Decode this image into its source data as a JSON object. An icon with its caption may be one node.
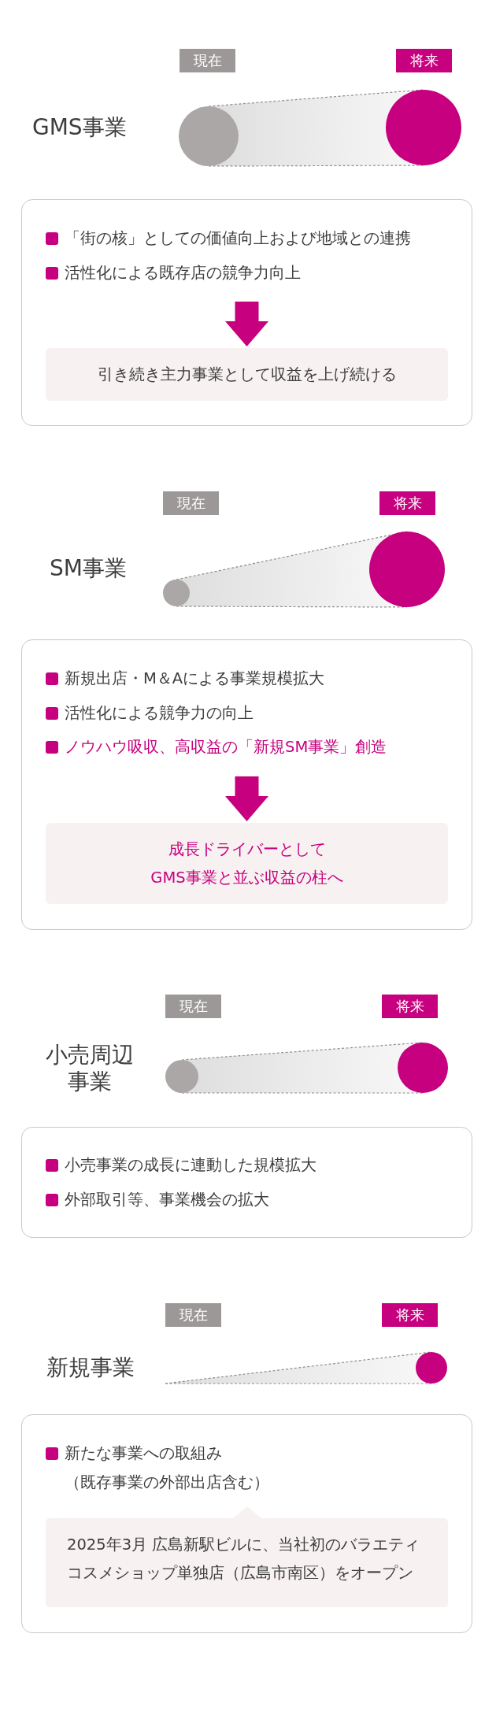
{
  "diagram": {
    "nodes": [
      {
        "text": [
          "現在"
        ]
      },
      {
        "text": [
          "将来"
        ]
      },
      {
        "text": [
          "「街の核」としての価値向上および地域との連携",
          "活性化による既存店の競争力向上"
        ]
      },
      {
        "text": [
          "引き続き主力事業として収益を上げ続ける"
        ],
        "in": 2
      },
      {
        "text": [
          "現在"
        ]
      },
      {
        "text": [
          "将来"
        ]
      },
      {
        "text": [
          "新規出店・M＆Aによる事業規模拡大",
          "活性化による競争力の向上",
          "ノウハウ吸収、高収益の「新規SM事業」創造"
        ]
      },
      {
        "text": [
          "成長ドライバーとして",
          "GMS事業と並ぶ収益の柱へ"
        ],
        "in": 6
      },
      {
        "text": [
          "現在"
        ]
      },
      {
        "text": [
          "将来"
        ]
      },
      {
        "text": [
          "小売事業の成長に連動した規模拡大",
          "外部取引等、事業機会の拡大"
        ]
      },
      {
        "text": [
          "現在"
        ]
      },
      {
        "text": [
          "将来"
        ]
      },
      {
        "text": [
          "新たな事業への取組み",
          "（既存事業の外部出店含む）"
        ]
      },
      {
        "text": [
          "2025年3月 広島新駅ビルに、当社初のバラエティコスメショップ単独店（広島市南区）をオープン"
        ],
        "in": 13
      }
    ],
    "edges": [
      {
        "from": null,
        "to": 3,
        "arrow": "to"
      },
      {
        "from": null,
        "to": 7,
        "arrow": "to"
      }
    ],
    "labels": [
      "GMS事業",
      "SM事業",
      "小売周辺事業",
      "新規事業"
    ]
  }
}
